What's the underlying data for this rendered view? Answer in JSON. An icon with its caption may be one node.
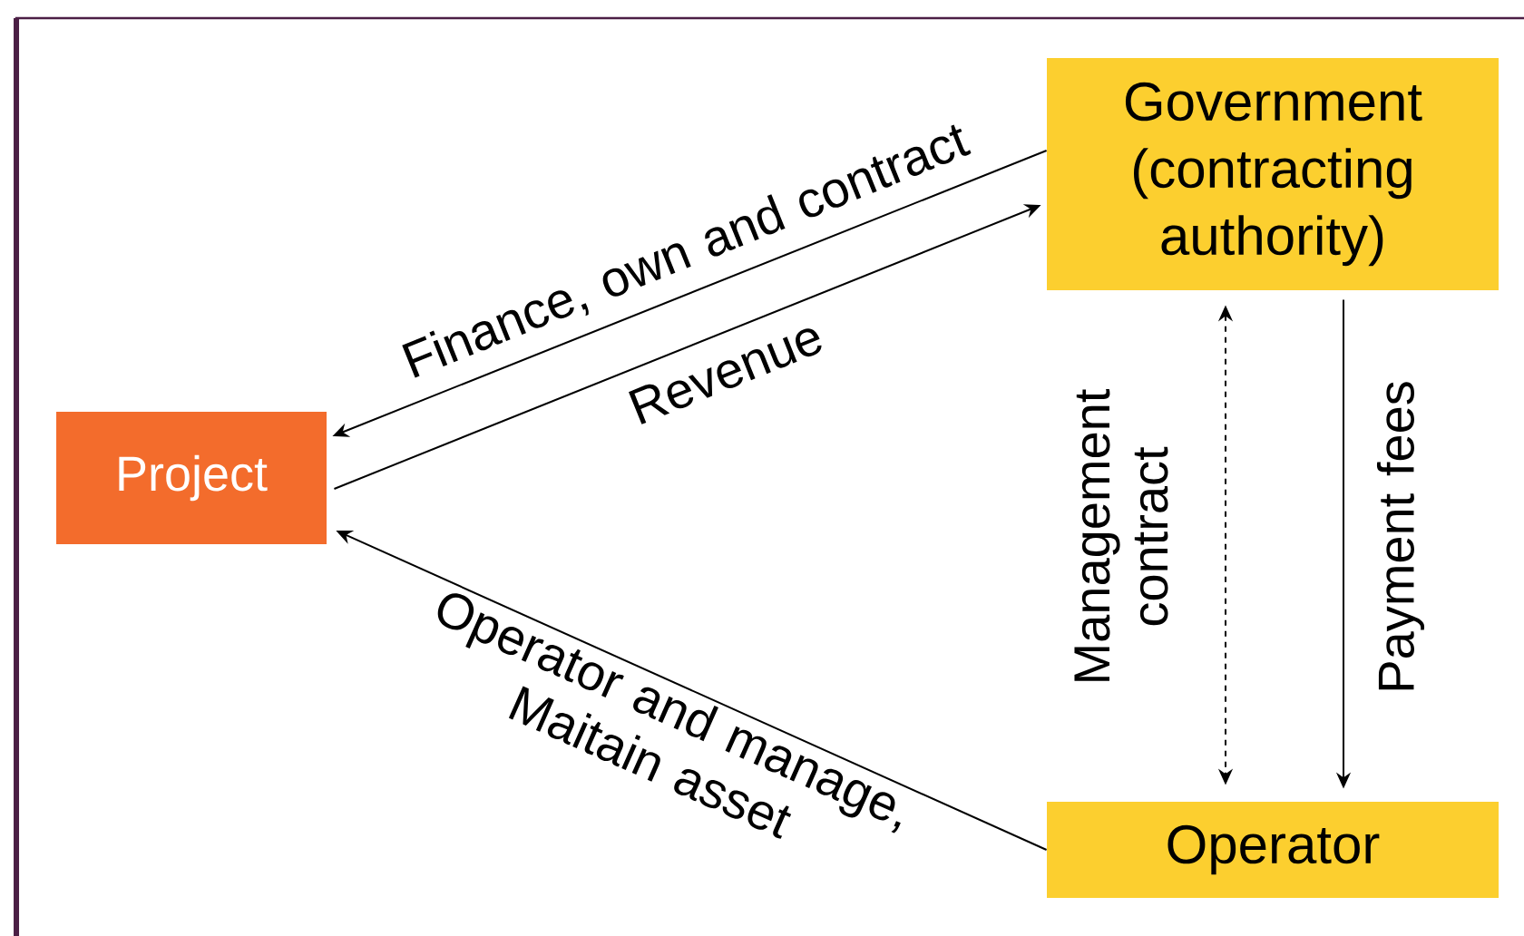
{
  "diagram": {
    "nodes": [
      {
        "text": [
          "Project"
        ]
      },
      {
        "text": [
          "Government (contracting authority)"
        ]
      },
      {
        "text": [
          "Operator"
        ]
      }
    ],
    "edges": [
      {
        "from": 1,
        "to": 0,
        "arrow": "to",
        "label": "Finance, own and contract"
      },
      {
        "from": 0,
        "to": 1,
        "arrow": "to",
        "label": "Revenue"
      },
      {
        "from": 2,
        "to": 0,
        "arrow": "to",
        "label": "Operator and manage, Maitain asset"
      },
      {
        "from": 1,
        "to": 2,
        "arrow": "both",
        "style": "dashed",
        "label": "Management contract"
      },
      {
        "from": 1,
        "to": 2,
        "arrow": "to",
        "label": "Payment fees"
      }
    ]
  }
}
